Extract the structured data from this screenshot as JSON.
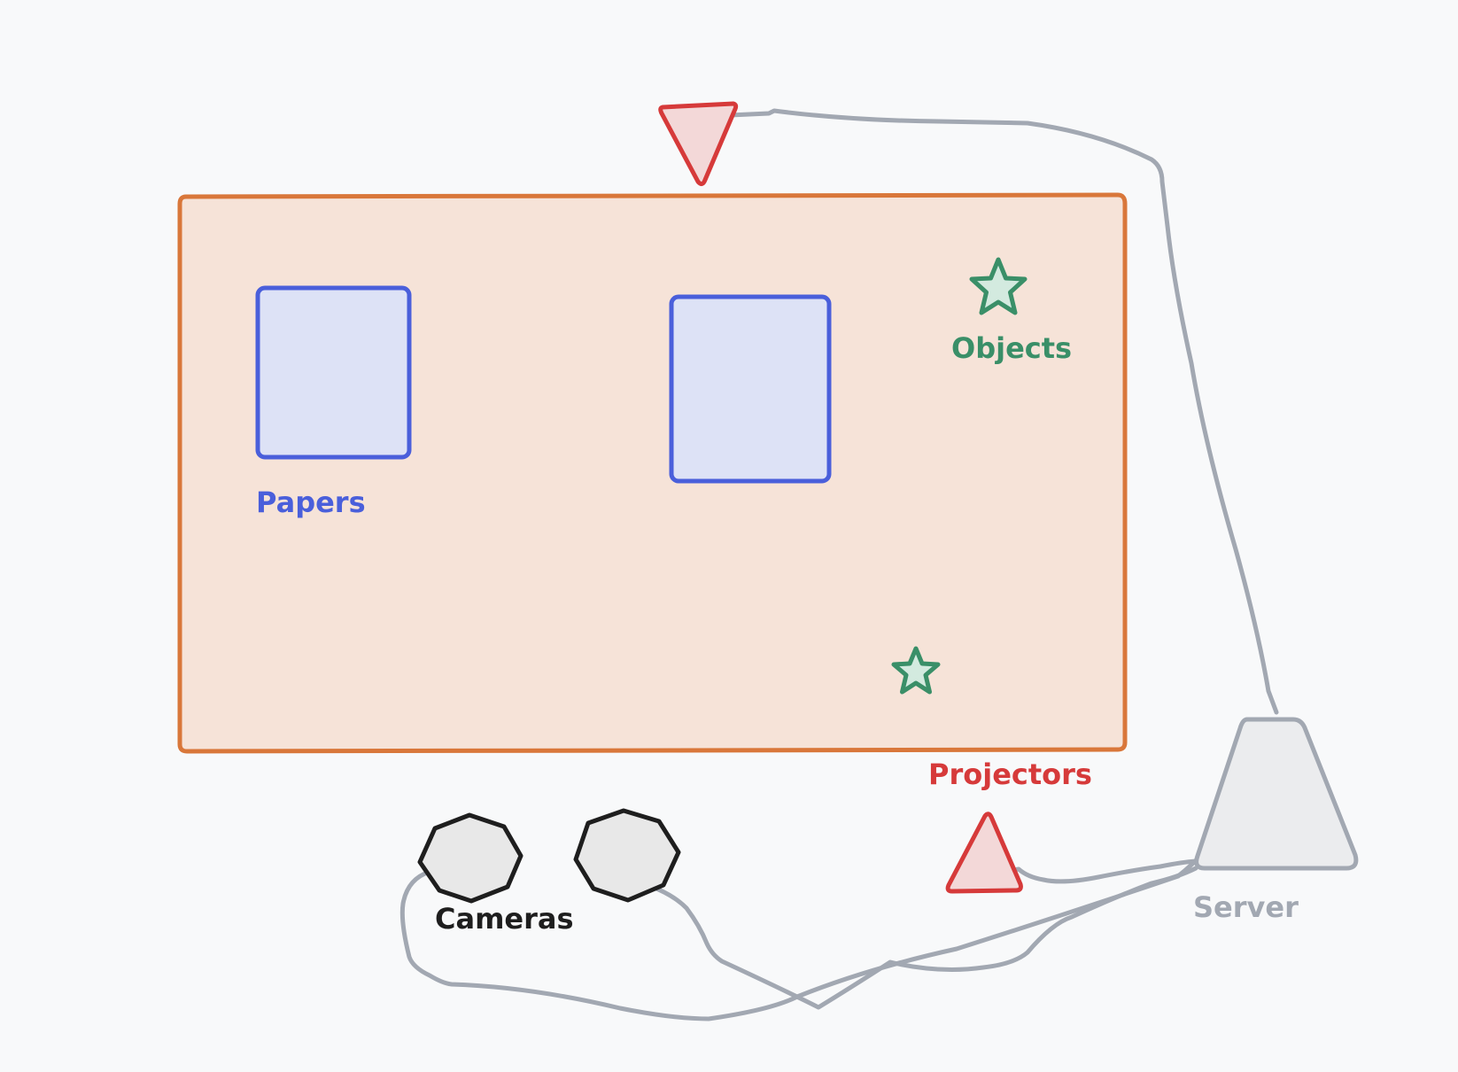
{
  "labels": {
    "papers": "Papers",
    "objects": "Objects",
    "projectors": "Projectors",
    "cameras": "Cameras",
    "server": "Server"
  },
  "colors": {
    "background": "#f8f9fa",
    "table_stroke": "#d9773a",
    "table_fill": "#f6e3d8",
    "paper_stroke": "#4a5fdb",
    "paper_fill": "#dde2f6",
    "object_stroke": "#3a8f68",
    "object_fill": "#d3eadf",
    "projector_stroke": "#d63a3a",
    "projector_fill": "#f3d8d8",
    "camera_stroke": "#1e1e1e",
    "camera_fill": "#e8e8e8",
    "server_stroke": "#a2a8b2",
    "server_fill": "#ebecee",
    "wire": "#a2a8b2"
  },
  "icons": {
    "table": "rectangle",
    "paper": "rectangle",
    "object": "star-icon",
    "projector": "triangle-icon",
    "camera": "hexagon-icon",
    "server": "trapezoid-icon"
  }
}
